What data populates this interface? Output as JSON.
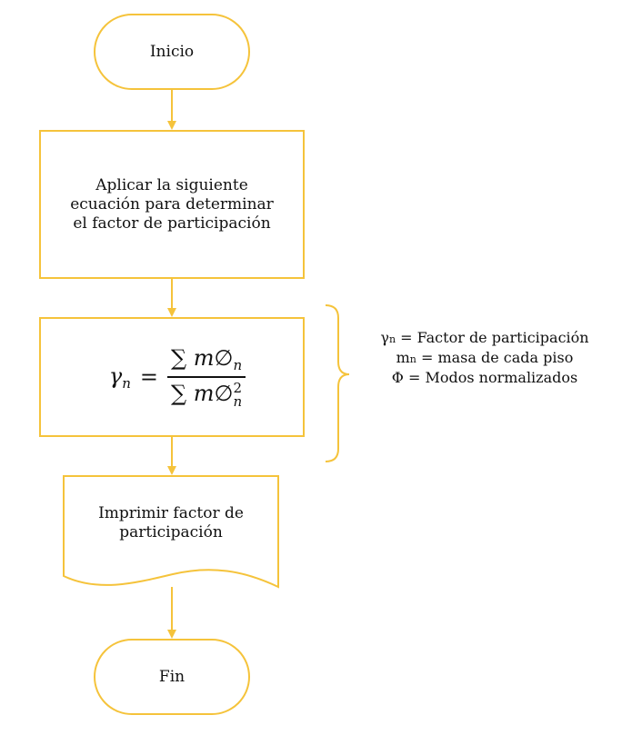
{
  "colors": {
    "stroke": "#F5C33B",
    "text": "#111111",
    "background": "#FFFFFF"
  },
  "nodes": {
    "start": {
      "label": "Inicio"
    },
    "process": {
      "lines": [
        "Aplicar la siguiente",
        "ecuación para determinar",
        "el factor de participación"
      ]
    },
    "formula": {
      "lhs_symbol": "γ",
      "subscript": "n",
      "equals": "=",
      "sum": "∑",
      "mass": "m",
      "mode": "∅",
      "exponent": "2"
    },
    "output": {
      "lines": [
        "Imprimir factor de",
        "participación"
      ]
    },
    "end": {
      "label": "Fin"
    }
  },
  "legend": {
    "items": [
      {
        "symbol": "γ",
        "subscript": "n",
        "text": " = Factor de participación"
      },
      {
        "symbol": "m",
        "subscript": "n",
        "text": " = masa de cada piso"
      },
      {
        "symbol": "Φ",
        "subscript": "",
        "text": " = Modos normalizados"
      }
    ]
  }
}
